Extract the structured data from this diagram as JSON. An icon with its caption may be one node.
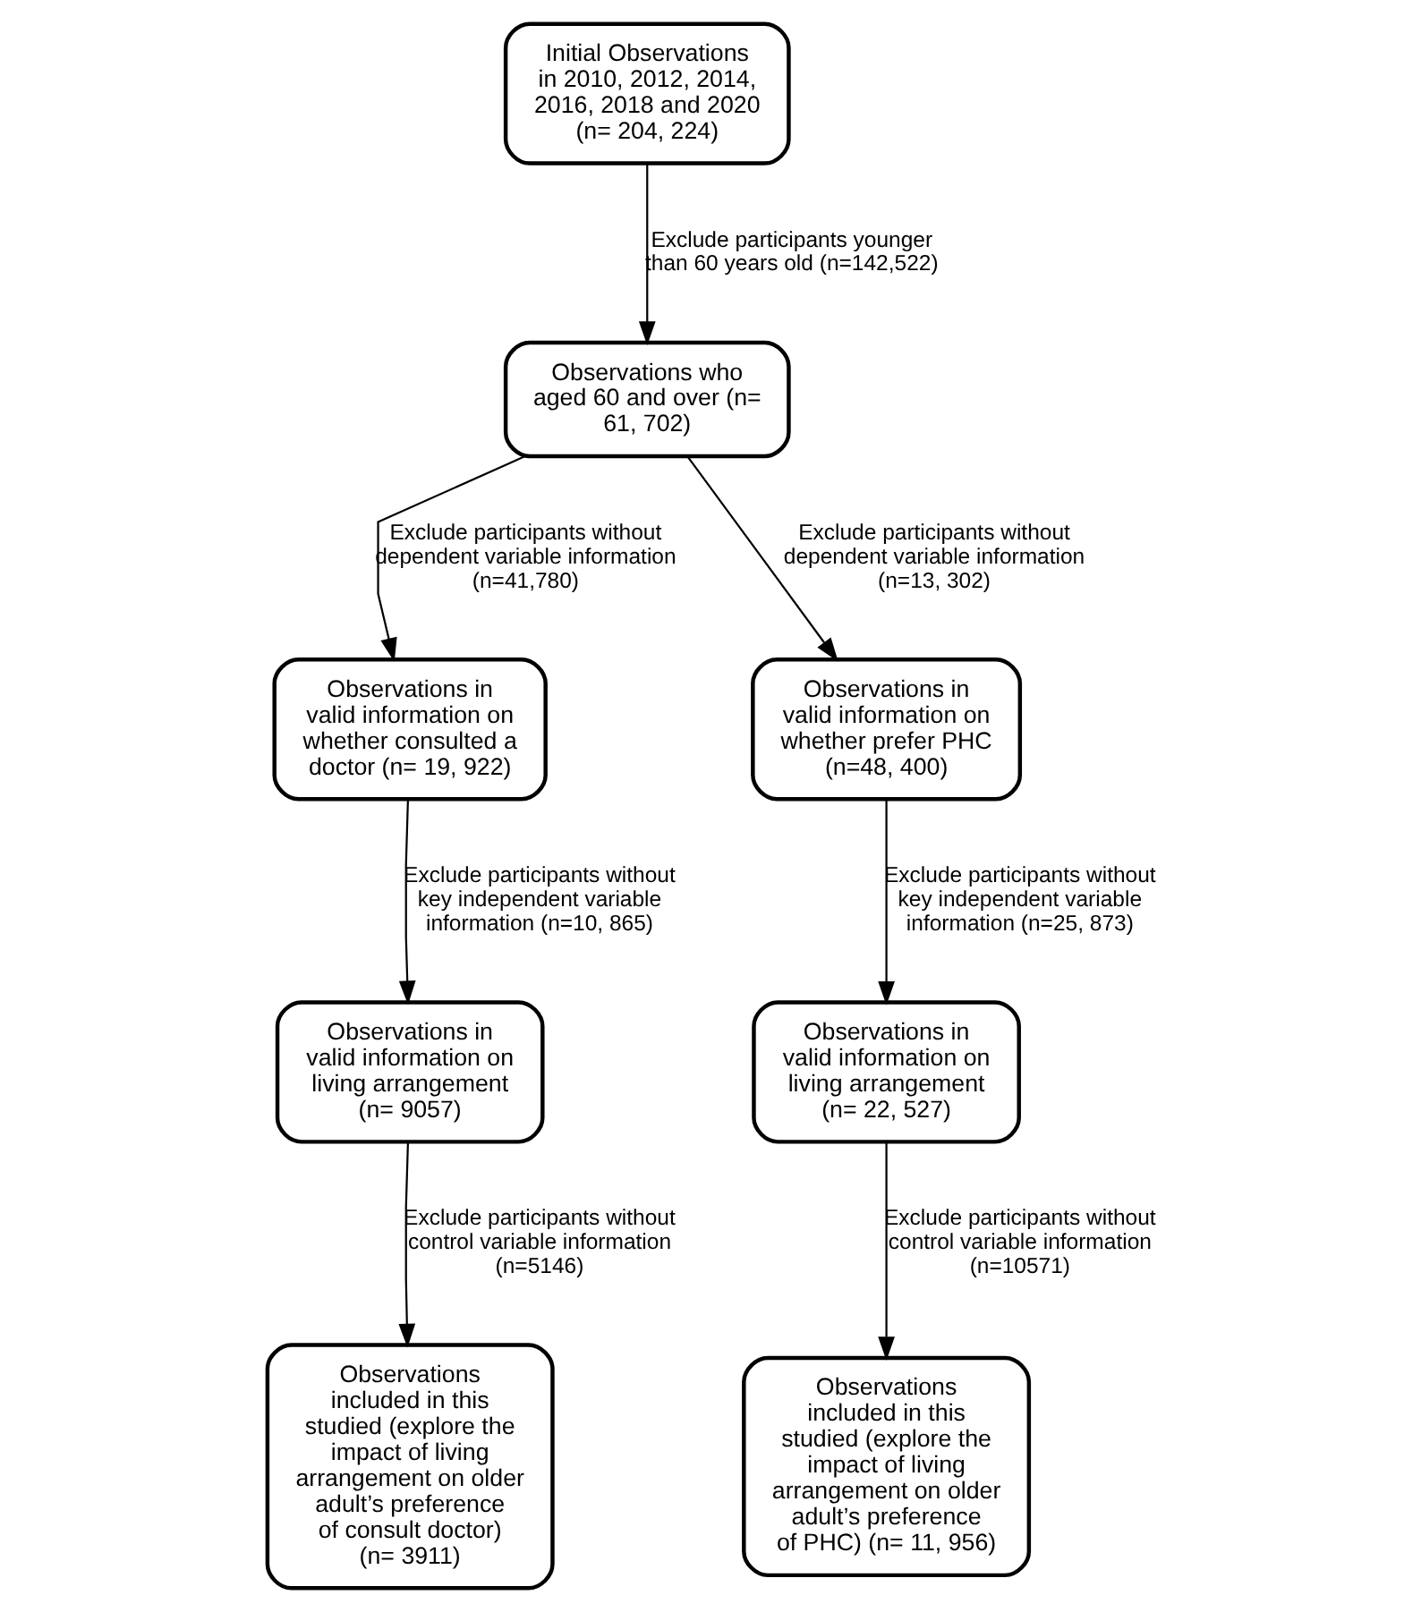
{
  "diagram": {
    "nodes": [
      {
        "text": [
          "Initial Observations in 2010, 2012, 2014, 2016, 2018 and 2020 (n= 204, 224)"
        ]
      },
      {
        "text": [
          "Observations who aged 60 and over (n= 61, 702)"
        ]
      },
      {
        "text": [
          "Observations in valid information on whether consulted a doctor (n= 19, 922)"
        ]
      },
      {
        "text": [
          "Observations in valid information on whether prefer PHC (n=48, 400)"
        ]
      },
      {
        "text": [
          "Observations in valid information on living arrangement (n= 9057)"
        ]
      },
      {
        "text": [
          "Observations in valid information on living arrangement (n= 22, 527)"
        ]
      },
      {
        "text": [
          "Observations included in this studied (explore the impact of living arrangement on older adult’s preference of consult doctor) (n= 3911)"
        ]
      },
      {
        "text": [
          "Observations included in this studied (explore the impact of living arrangement on older adult’s preference of PHC) (n= 11, 956)"
        ]
      }
    ],
    "edges": [
      {
        "from": 0,
        "to": 1,
        "arrow": "to",
        "label": "Exclude participants younger than 60 years old (n=142,522)"
      },
      {
        "from": 1,
        "to": 2,
        "arrow": "to",
        "label": "Exclude participants without dependent variable information (n=41,780)"
      },
      {
        "from": 1,
        "to": 3,
        "arrow": "to",
        "label": "Exclude participants without dependent variable information (n=13, 302)"
      },
      {
        "from": 2,
        "to": 4,
        "arrow": "to",
        "label": "Exclude participants without key independent variable information (n=10, 865)"
      },
      {
        "from": 3,
        "to": 5,
        "arrow": "to",
        "label": "Exclude participants without key independent variable information (n=25, 873)"
      },
      {
        "from": 4,
        "to": 6,
        "arrow": "to",
        "label": "Exclude participants without control variable information (n=5146)"
      },
      {
        "from": 5,
        "to": 7,
        "arrow": "to",
        "label": "Exclude participants without control variable information (n=10571)"
      }
    ]
  }
}
